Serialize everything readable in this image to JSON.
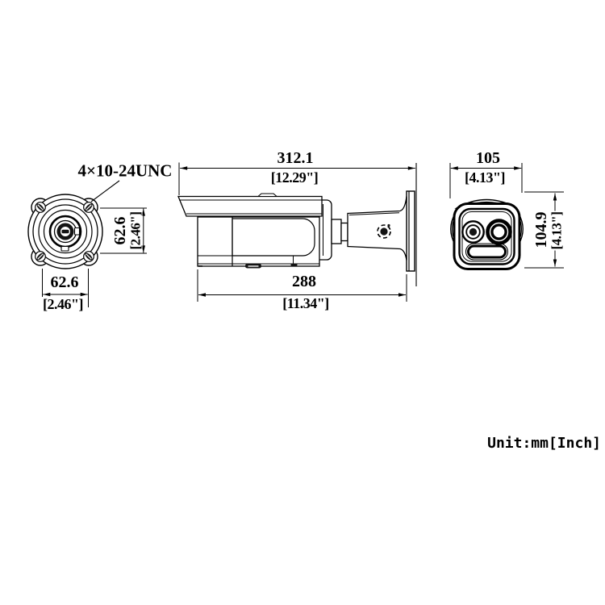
{
  "drawing": {
    "unit_note": "Unit:mm[Inch]",
    "front_view": {
      "thread_label": "4×10-24UNC",
      "hole_spacing_vertical_mm": "62.6",
      "hole_spacing_vertical_in": "[2.46\"]",
      "hole_spacing_horizontal_mm": "62.6",
      "hole_spacing_horizontal_in": "[2.46\"]"
    },
    "side_view": {
      "overall_length_mm": "312.1",
      "overall_length_in": "[12.29\"]",
      "body_length_mm": "288",
      "body_length_in": "[11.34\"]"
    },
    "rear_view": {
      "width_mm": "105",
      "width_in": "[4.13\"]",
      "height_mm": "104.9",
      "height_in": "[4.13\"]"
    }
  }
}
